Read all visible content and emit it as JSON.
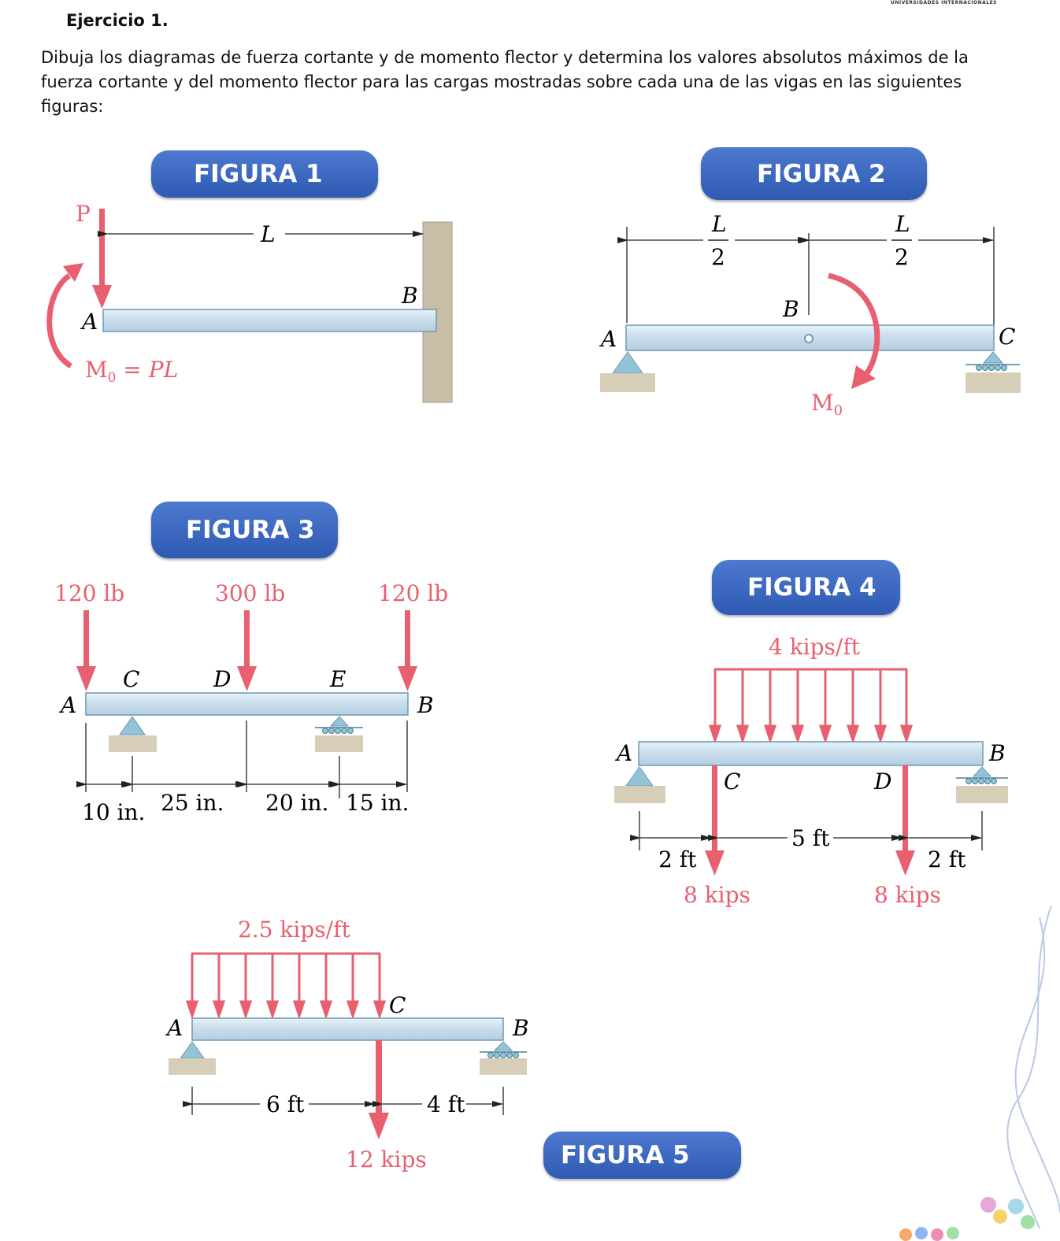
{
  "header": {
    "title": "Ejercicio 1.",
    "statement": "Dibuja los diagramas de fuerza cortante y de momento flector y determina los valores absolutos máximos de la fuerza cortante y del momento flector para las cargas mostradas sobre cada una de las vigas en las siguientes figuras:",
    "corner_text": "UNIVERSIDADES INTERNACIONALES"
  },
  "figures": {
    "f1": {
      "title": "FIGURA 1",
      "P": "P",
      "L": "L",
      "A": "A",
      "B": "B",
      "moment_M": "M",
      "moment_sub": "0",
      "moment_rest": " = ",
      "moment_PL": "PL"
    },
    "f2": {
      "title": "FIGURA 2",
      "L_num": "L",
      "two": "2",
      "A": "A",
      "B": "B",
      "C": "C",
      "M": "M",
      "M_sub": "0"
    },
    "f3": {
      "title": "FIGURA 3",
      "load_left": "120 lb",
      "load_mid": "300 lb",
      "load_right": "120 lb",
      "A": "A",
      "B": "B",
      "C": "C",
      "D": "D",
      "E": "E",
      "dim1": "10 in.",
      "dim2": "25 in.",
      "dim3": "20 in.",
      "dim4": "15 in."
    },
    "f4": {
      "title": "FIGURA 4",
      "dist_load": "4 kips/ft",
      "A": "A",
      "B": "B",
      "C": "C",
      "D": "D",
      "dim_left": "2 ft",
      "dim_mid": "5 ft",
      "dim_right": "2 ft",
      "load_c": "8 kips",
      "load_d": "8 kips"
    },
    "f5": {
      "title": "FIGURA 5",
      "dist_load": "2.5 kips/ft",
      "A": "A",
      "B": "B",
      "C": "C",
      "dim_left": "6 ft",
      "dim_right": "4 ft",
      "point_load": "12 kips"
    }
  },
  "colors": {
    "pill": "#3a66c1",
    "load": "#e85f6f",
    "beam": "#cfe1ee",
    "support": "#93c3d6",
    "ground": "#d7ceb8",
    "wall": "#c8bea5"
  }
}
